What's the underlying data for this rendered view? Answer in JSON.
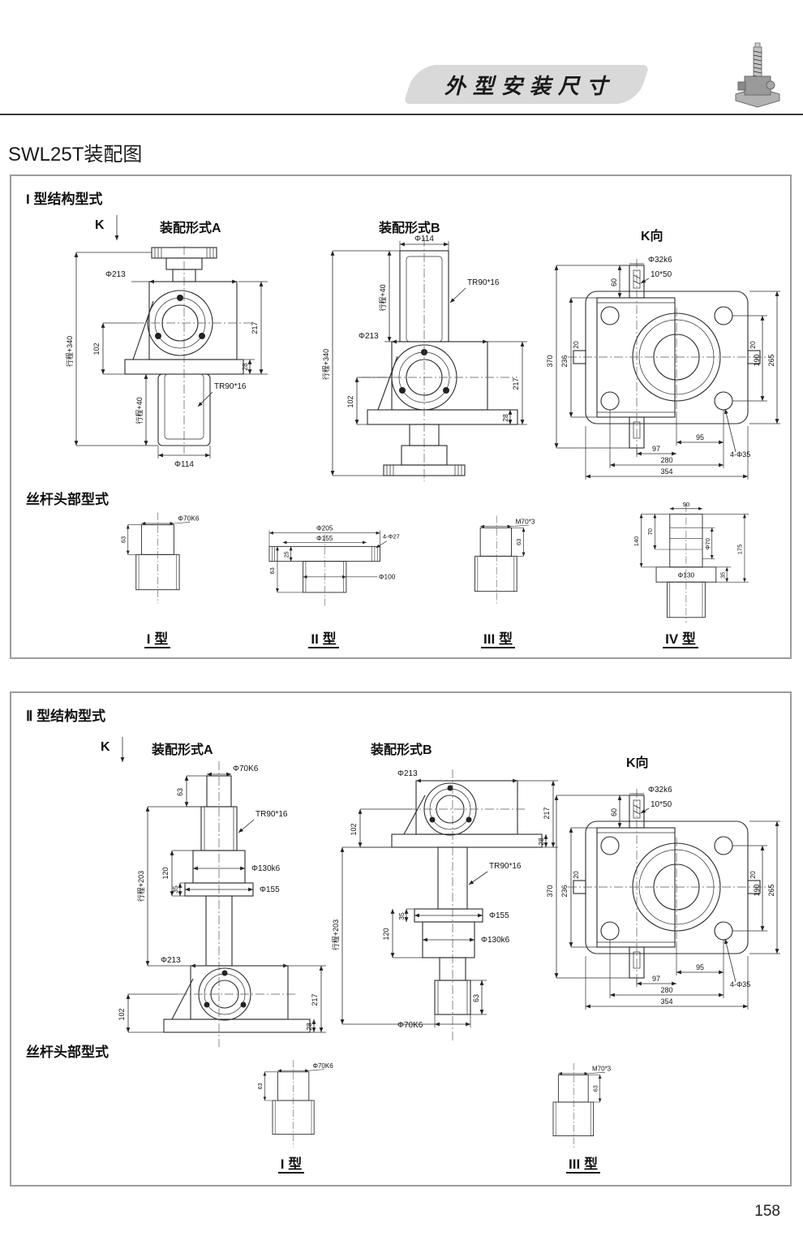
{
  "page": {
    "banner": "外型安装尺寸",
    "title": "SWL25T装配图",
    "page_number": "158"
  },
  "s1": {
    "heading": "I 型结构型式",
    "k": "K",
    "formA": {
      "title": "装配形式A",
      "dims": {
        "total": "行程+340",
        "d213": "Φ213",
        "d102": "102",
        "d217": "217",
        "d28": "28",
        "tr": "TR90*16",
        "screw": "行程+40",
        "d114": "Φ114"
      }
    },
    "formB": {
      "title": "装配形式B",
      "dims": {
        "total": "行程+340",
        "d213": "Φ213",
        "d102": "102",
        "d217": "217",
        "d28": "28",
        "tr": "TR90*16",
        "screw": "行程+40",
        "d114": "Φ114"
      }
    },
    "kview": {
      "title": "K向",
      "dims": {
        "d32": "Φ32k6",
        "key": "10*50",
        "d60": "60",
        "d370": "370",
        "d236": "236",
        "d20l": "20",
        "d20r": "20",
        "d190": "190",
        "d265": "265",
        "d95": "95",
        "d97": "97",
        "d280": "280",
        "d354": "354",
        "holes": "4-Φ35"
      }
    },
    "heads": {
      "heading": "丝杆头部型式",
      "t1": {
        "label": "I 型",
        "dia": "Φ70K6",
        "d63": "63"
      },
      "t2": {
        "label": "II 型",
        "d205": "Φ205",
        "d155": "Φ155",
        "holes": "4-Φ27",
        "d25": "25",
        "d63": "63",
        "d100": "Φ100"
      },
      "t3": {
        "label": "III 型",
        "thread": "M70*3",
        "d63": "63"
      },
      "t4": {
        "label": "IV 型",
        "d90": "90",
        "d70": "70",
        "d140": "140",
        "dia70": "Φ70",
        "d175": "175",
        "d130": "Φ130",
        "d35": "35"
      }
    }
  },
  "s2": {
    "heading": "Ⅱ 型结构型式",
    "k": "K",
    "formA": {
      "title": "装配形式A",
      "dims": {
        "dia": "Φ70K6",
        "d63": "63",
        "tr": "TR90*16",
        "total": "行程+203",
        "d120": "120",
        "d130": "Φ130k6",
        "d35": "35",
        "d155": "Φ155",
        "d213": "Φ213",
        "d102": "102",
        "d217": "217",
        "d28": "28"
      }
    },
    "formB": {
      "title": "装配形式B",
      "dims": {
        "dia": "Φ70K6",
        "d63": "63",
        "tr": "TR90*16",
        "total": "行程+203",
        "d120": "120",
        "d130": "Φ130k6",
        "d35": "35",
        "d155": "Φ155",
        "d213": "Φ213",
        "d102": "102",
        "d217": "217",
        "d28": "28"
      }
    },
    "kview": {
      "title": "K向",
      "dims": {
        "d32": "Φ32k6",
        "key": "10*50",
        "d60": "60",
        "d370": "370",
        "d236": "236",
        "d20l": "20",
        "d20r": "20",
        "d190": "190",
        "d265": "265",
        "d95": "95",
        "d97": "97",
        "d280": "280",
        "d354": "354",
        "holes": "4-Φ35"
      }
    },
    "heads": {
      "heading": "丝杆头部型式",
      "t1": {
        "label": "I 型",
        "dia": "Φ70K6",
        "d63": "63"
      },
      "t3": {
        "label": "III 型",
        "thread": "M70*3",
        "d63": "63"
      }
    }
  }
}
